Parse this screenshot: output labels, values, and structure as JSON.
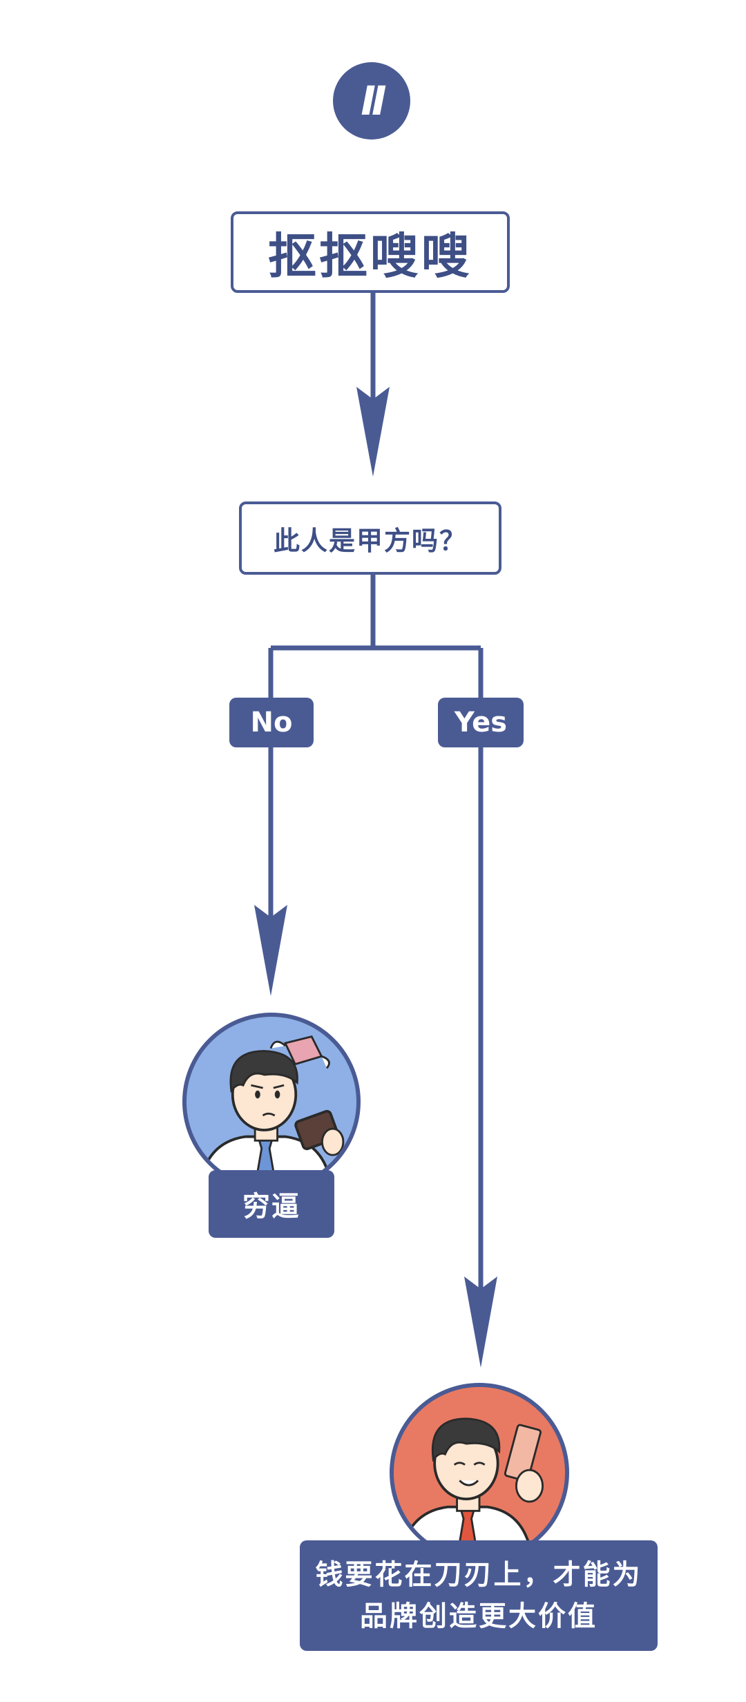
{
  "step": {
    "number": "II"
  },
  "title": "抠抠嗖嗖",
  "question": "此人是甲方吗？",
  "branches": {
    "no": {
      "label": "No",
      "outcome": "穷逼"
    },
    "yes": {
      "label": "Yes",
      "outcome": "钱要花在刀刃上，才能为品牌创造更大价值"
    }
  },
  "colors": {
    "primary": "#4a5b94",
    "no_avatar_bg": "#8fb0e6",
    "yes_avatar_bg": "#e87a63",
    "background": "#ffffff"
  },
  "icons": {
    "no_avatar": "sad-man-with-empty-wallet-icon",
    "yes_avatar": "smiling-man-with-money-icon"
  }
}
